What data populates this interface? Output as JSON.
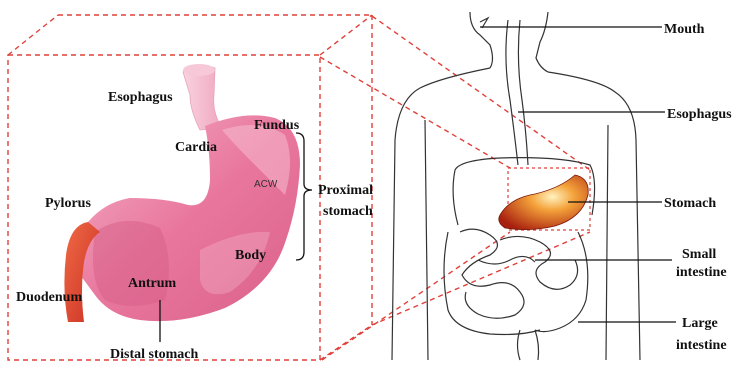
{
  "left_panel": {
    "labels": {
      "esophagus": "Esophagus",
      "fundus": "Fundus",
      "cardia": "Cardia",
      "acw": "ACW",
      "proximal_line1": "Proximal",
      "proximal_line2": "stomach",
      "pylorus": "Pylorus",
      "body": "Body",
      "antrum": "Antrum",
      "duodenum": "Duodenum",
      "distal": "Distal stomach"
    }
  },
  "right_panel": {
    "labels": {
      "mouth": "Mouth",
      "esophagus": "Esophagus",
      "stomach": "Stomach",
      "small_line1": "Small",
      "small_line2": "intestine",
      "large_line1": "Large",
      "large_line2": "intestine"
    }
  },
  "colors": {
    "dashed_box": "#e0403a",
    "stomach_pink": "#e9779d",
    "stomach_light": "#f2a9c2",
    "duodenum_red": "#e2452f",
    "body_outline": "#333333"
  }
}
